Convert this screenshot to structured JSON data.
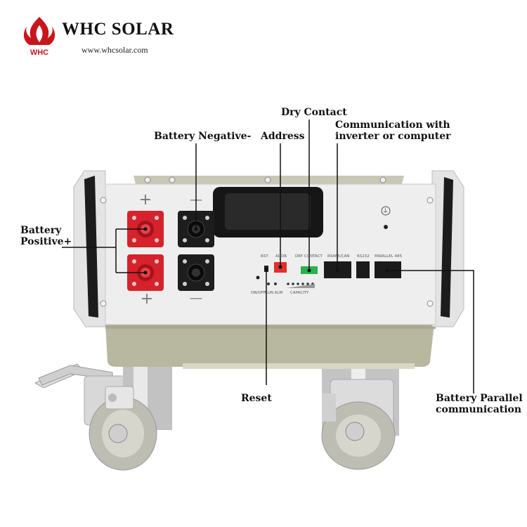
{
  "brand": {
    "name": "WHC SOLAR",
    "url": "www.whcsolar.com",
    "logo_mark": "WHC",
    "color": "#c8161d"
  },
  "callouts": {
    "dry_contact": "Dry Contact",
    "battery_negative": "Battery Negative-",
    "address": "Address",
    "communication_line1": "Communication with",
    "communication_line2": "inverter or computer",
    "battery_positive_line1": "Battery",
    "battery_positive_line2": "Positive+",
    "reset": "Reset",
    "parallel_line1": "Battery Parallel",
    "parallel_line2": "communication"
  },
  "panel_labels": {
    "plus_top": "+",
    "minus_top": "—",
    "plus_bottom": "+",
    "minus_bottom": "—",
    "rst": "RST",
    "addr": "ADDR",
    "dry_contact": "DRY CONTACT",
    "rs485_can": "RS485/CAN",
    "rs232": "RS232",
    "parallel_485": "PARALLEL 485",
    "on_off": "ON/OFF",
    "run_alm": "RUN ALM",
    "capacity": "CAPACITY",
    "ground": "⏚"
  },
  "colors": {
    "panel": "#eeeeee",
    "frame": "#c9c8b6",
    "terminal_red": "#d5222c",
    "terminal_black": "#1d1d1d",
    "dry_contact_green": "#27b24a",
    "address_red": "#e0302c",
    "leader": "#111111"
  }
}
